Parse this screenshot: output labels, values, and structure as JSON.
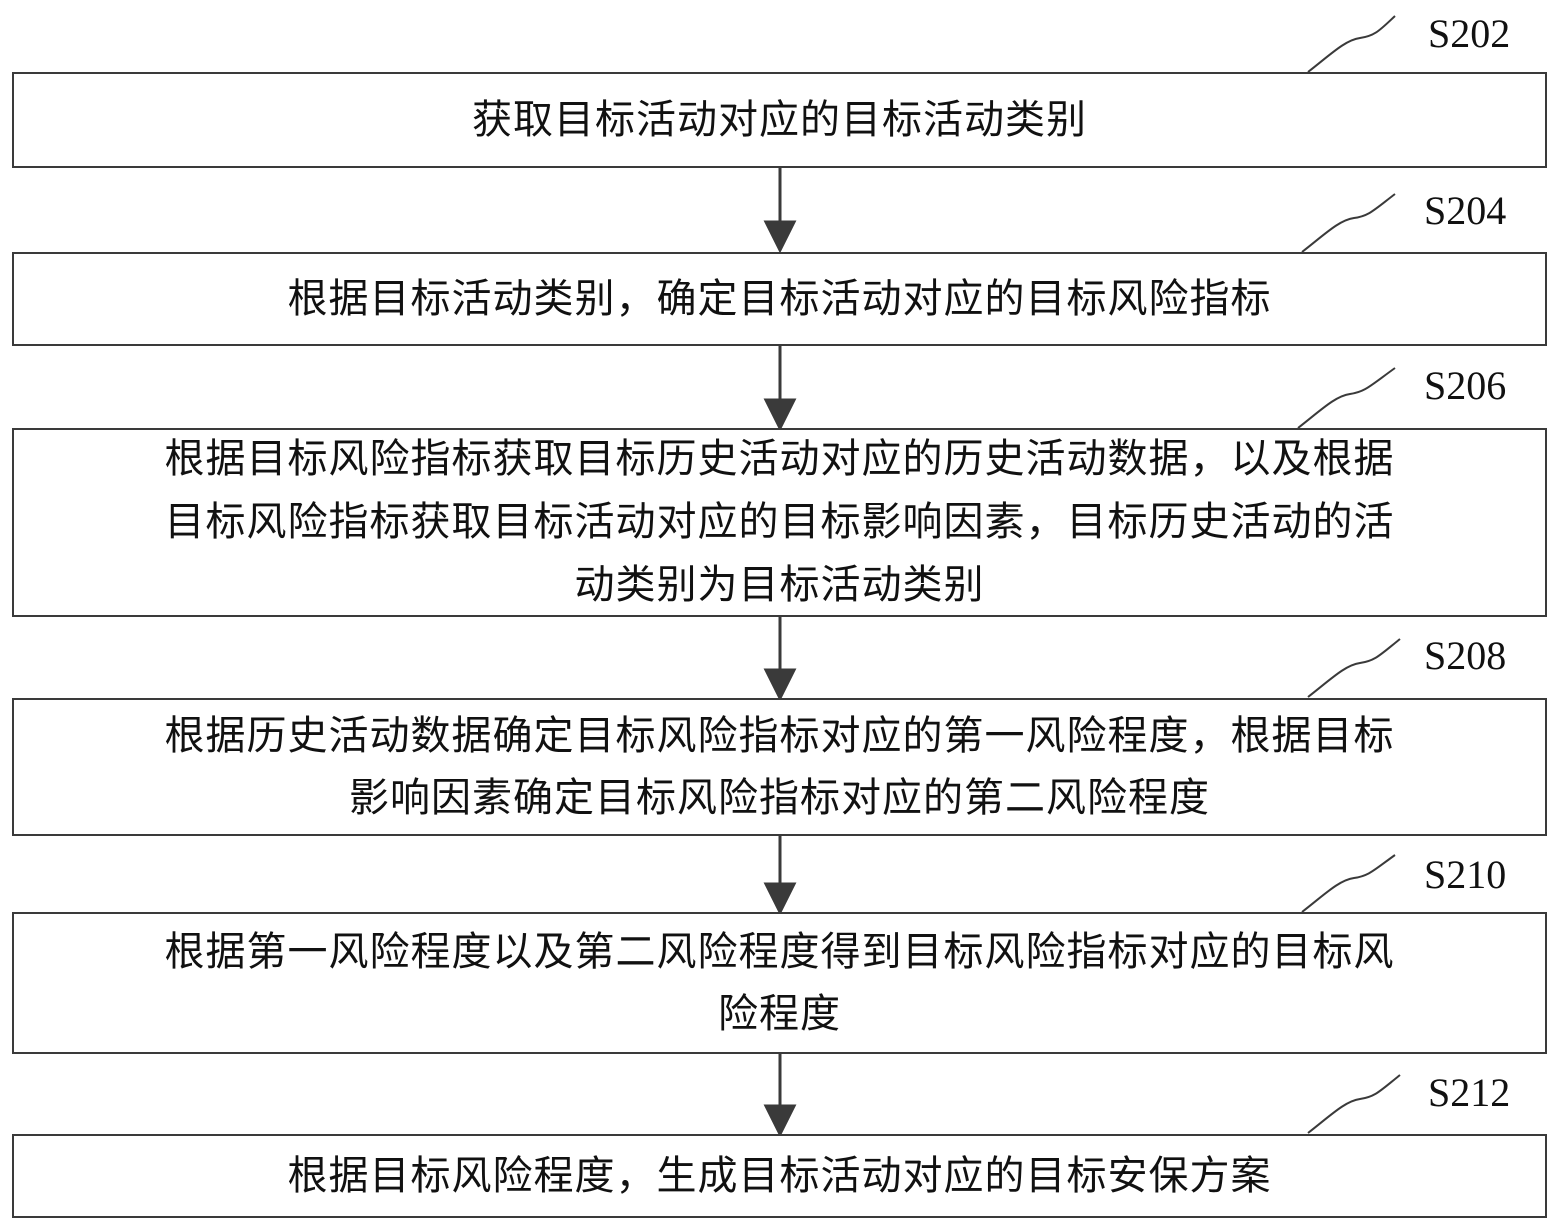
{
  "steps": [
    {
      "id": "S202",
      "text": "获取目标活动对应的目标活动类别"
    },
    {
      "id": "S204",
      "text": "根据目标活动类别，确定目标活动对应的目标风险指标"
    },
    {
      "id": "S206",
      "text": "根据目标风险指标获取目标历史活动对应的历史活动数据，以及根据\n目标风险指标获取目标活动对应的目标影响因素，目标历史活动的活\n动类别为目标活动类别"
    },
    {
      "id": "S208",
      "text": "根据历史活动数据确定目标风险指标对应的第一风险程度，根据目标\n影响因素确定目标风险指标对应的第二风险程度"
    },
    {
      "id": "S210",
      "text": "根据第一风险程度以及第二风险程度得到目标风险指标对应的目标风\n险程度"
    },
    {
      "id": "S212",
      "text": "根据目标风险程度，生成目标活动对应的目标安保方案"
    }
  ]
}
